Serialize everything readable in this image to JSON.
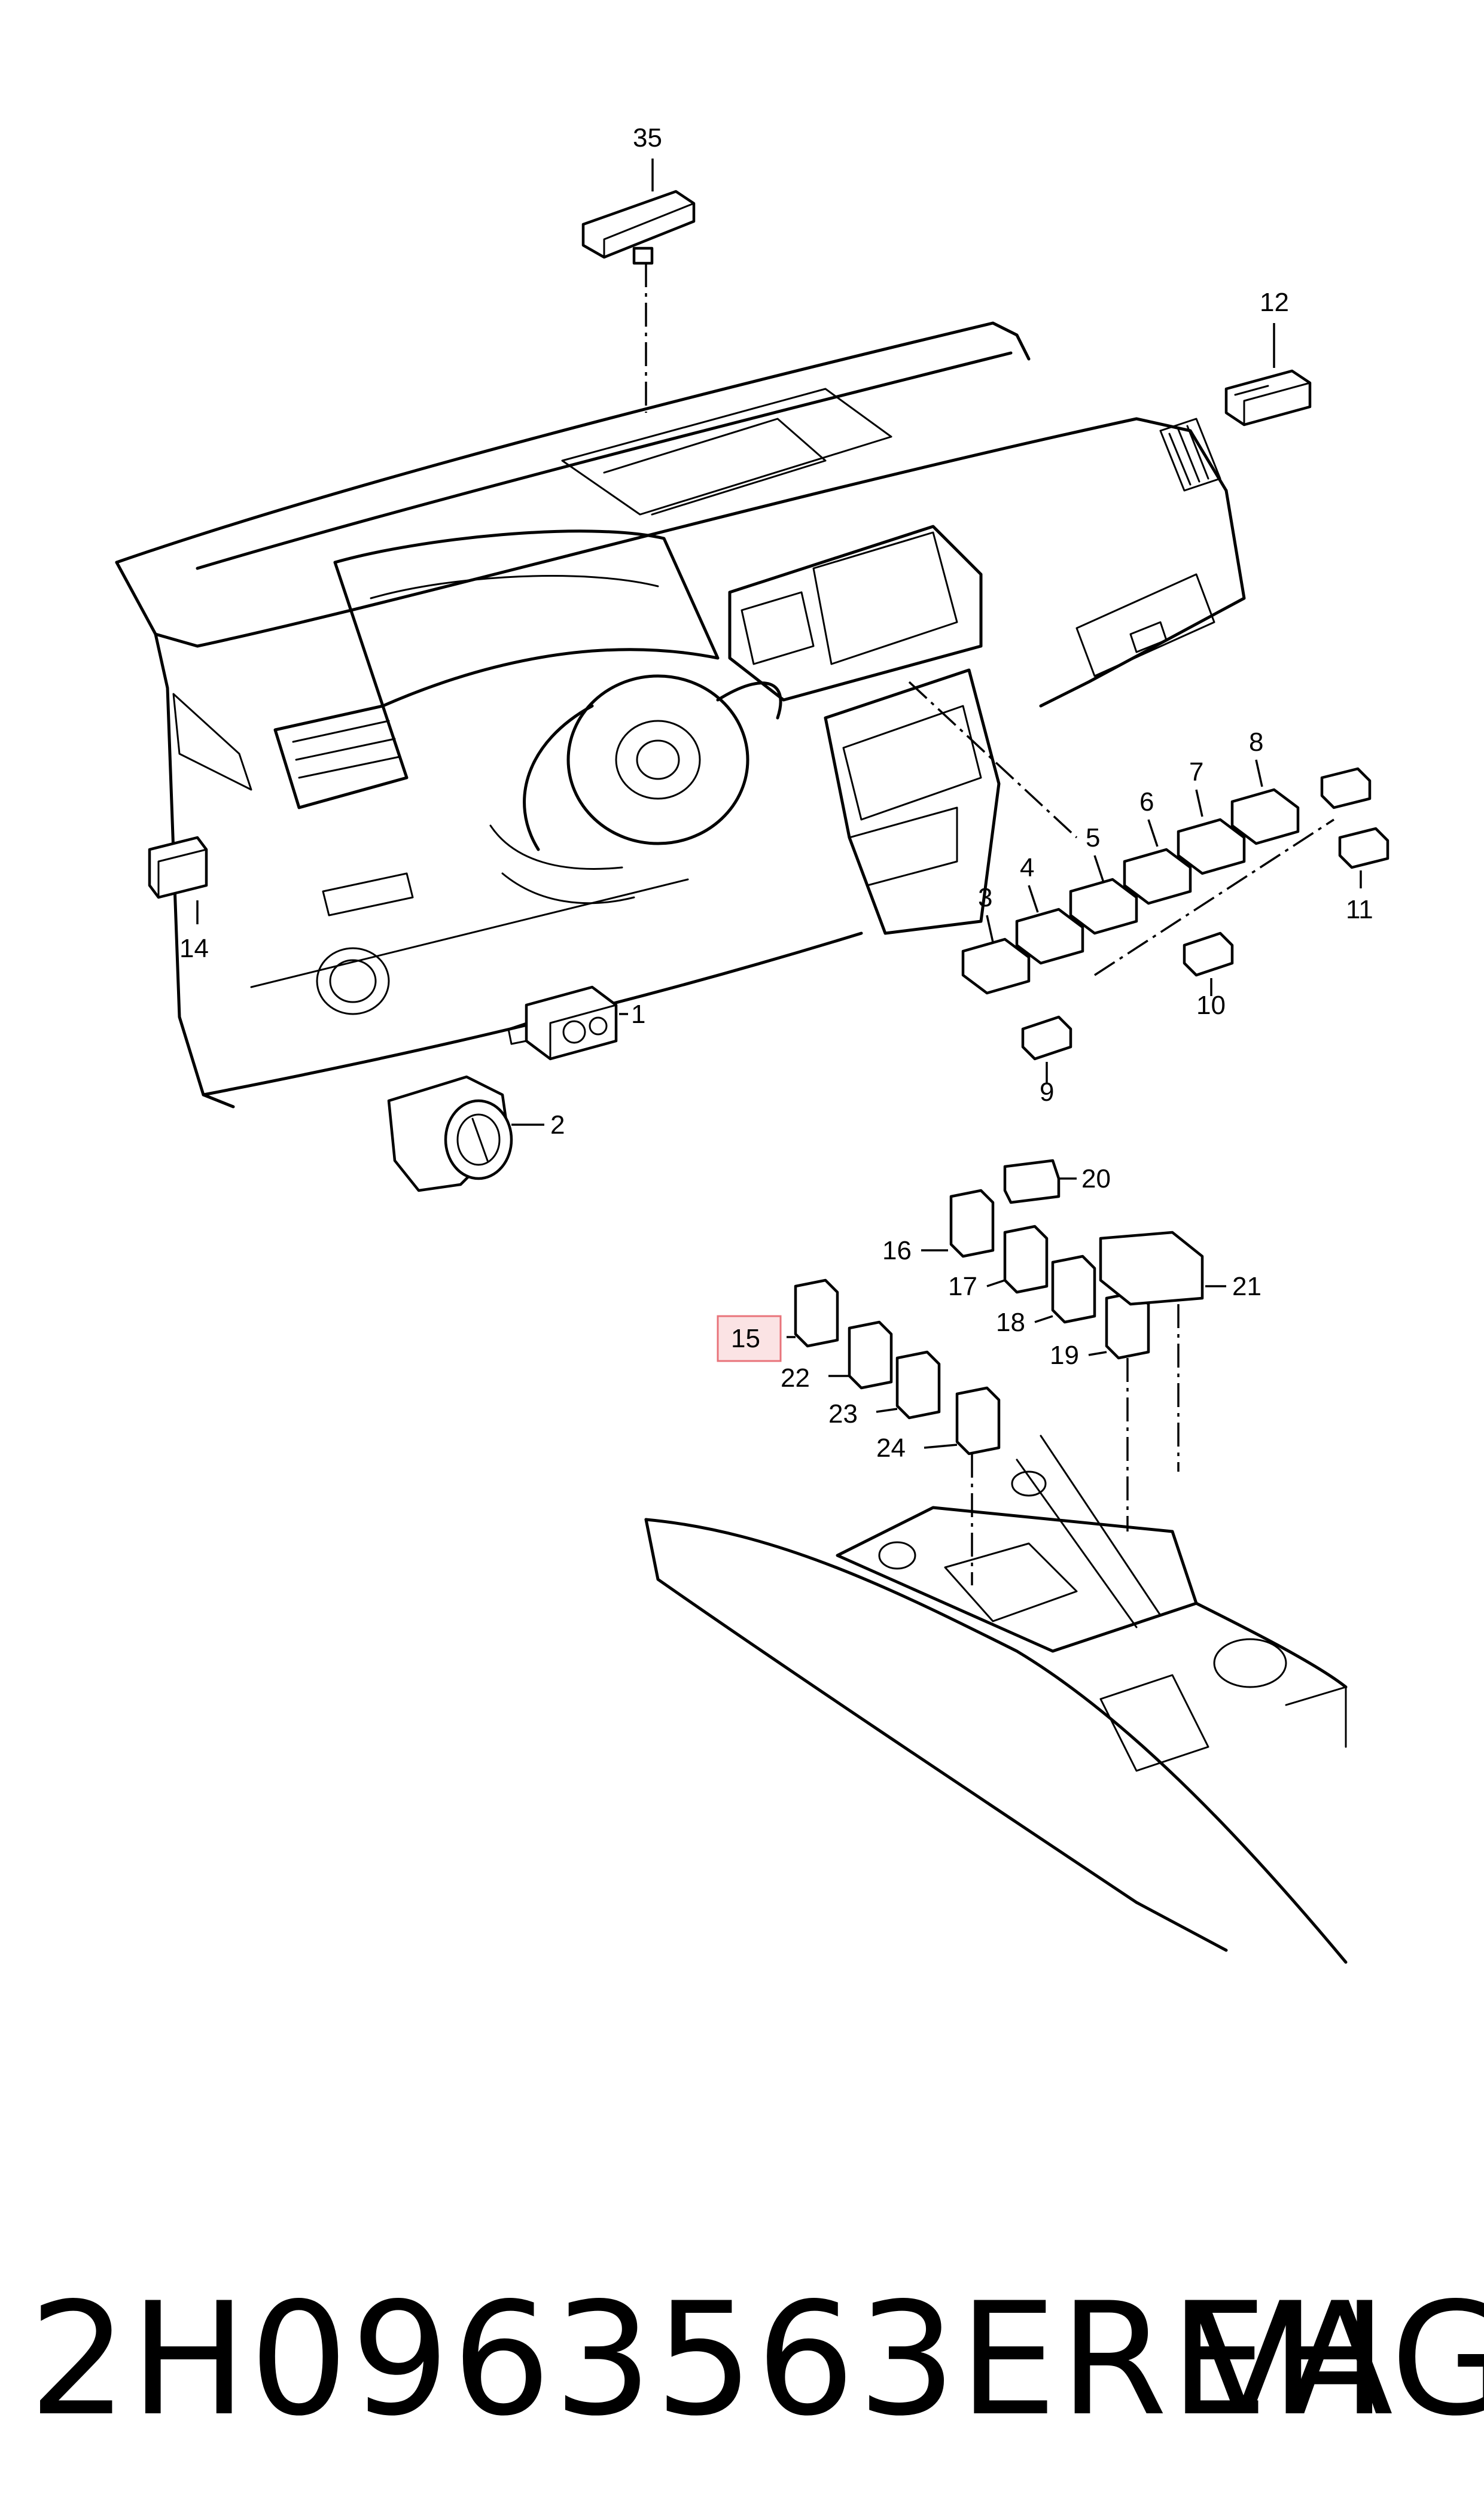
{
  "callouts": {
    "c1": "1",
    "c2": "2",
    "c3": "3",
    "c4": "4",
    "c5": "5",
    "c6": "6",
    "c7": "7",
    "c8": "8",
    "c9": "9",
    "c10": "10",
    "c11": "11",
    "c12": "12",
    "c14": "14",
    "c15": "15",
    "c16": "16",
    "c17": "17",
    "c18": "18",
    "c19": "19",
    "c20": "20",
    "c21": "21",
    "c22": "22",
    "c23": "23",
    "c24": "24",
    "c35": "35"
  },
  "highlight": {
    "callout": "15",
    "color": "#e8737a",
    "fill": "#fbe3e4"
  },
  "footer": {
    "part_number": "2H0963563EREH",
    "brand": "VAG"
  }
}
